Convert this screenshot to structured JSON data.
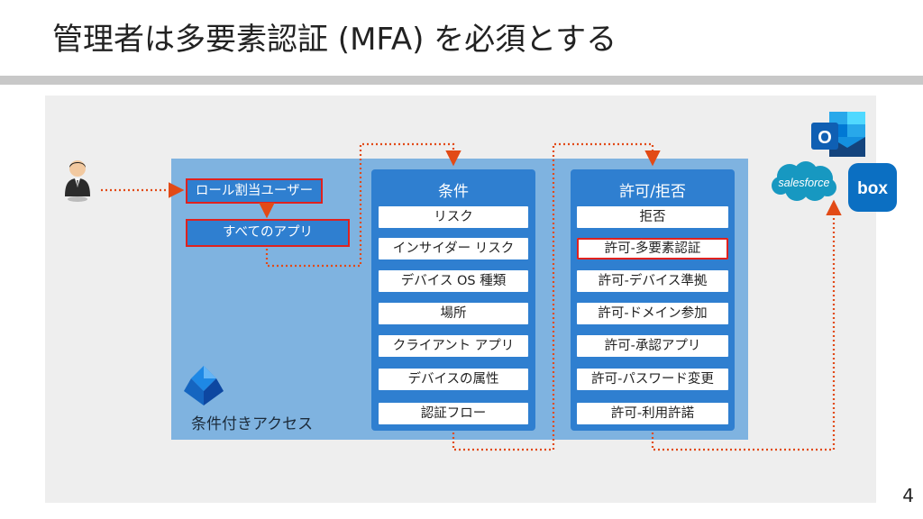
{
  "slide": {
    "title": "管理者は多要素認証 (MFA) を必須とする",
    "page_number": "4"
  },
  "user": {
    "icon": "user-person-icon"
  },
  "assignment": {
    "role_users": "ロール割当ユーザー",
    "all_apps": "すべてのアプリ"
  },
  "conditions": {
    "title": "条件",
    "items": [
      "リスク",
      "インサイダー リスク",
      "デバイス OS 種類",
      "場所",
      "クライアント アプリ",
      "デバイスの属性",
      "認証フロー"
    ]
  },
  "grant": {
    "title": "許可/拒否",
    "items": [
      "拒否",
      "許可-多要素認証",
      "許可-デバイス準拠",
      "許可-ドメイン参加",
      "許可-承認アプリ",
      "許可-パスワード変更",
      "許可-利用許諾"
    ],
    "highlighted_index": 1
  },
  "conditional_access": {
    "label": "条件付きアクセス",
    "icon": "conditional-access-icon"
  },
  "apps": {
    "salesforce": "salesforce",
    "box": "box",
    "outlook": "O"
  },
  "colors": {
    "accent_blue": "#2f7fd0",
    "panel_blue": "#7fb3e0",
    "highlight_red": "#e0211e",
    "arrow_orange": "#e24a16"
  }
}
